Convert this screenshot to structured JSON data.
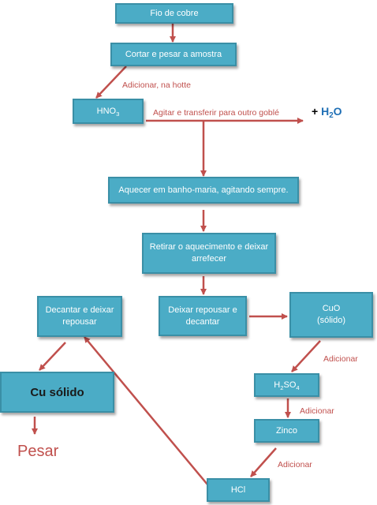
{
  "boxes": {
    "fio": "Fio de cobre",
    "cortar": "Cortar e pesar a amostra",
    "hno3_base": "HNO",
    "hno3_sub": "3",
    "aquecer": "Aquecer em banho-maria, agitando sempre.",
    "retirar": "Retirar o aquecimento e deixar arrefecer",
    "deixar": "Deixar repousar e decantar",
    "cuo_line1": "CuO",
    "cuo_line2": "(sólido)",
    "decantar": "Decantar e deixar repousar",
    "cu_solido": "Cu sólido",
    "h2so4_h": "H",
    "h2so4_sub1": "2",
    "h2so4_so": "SO",
    "h2so4_sub2": "4",
    "zinco": "Zinco",
    "hcl": "HCl"
  },
  "labels": {
    "adicionar_hotte": "Adicionar, na hotte",
    "agitar": "Agitar e transferir para outro goblé",
    "adicionar_1": "Adicionar",
    "adicionar_2": "Adicionar",
    "adicionar_3": "Adicionar",
    "water_plus": "+",
    "water_h": "H",
    "water_sub": "2",
    "water_o": "O",
    "pesar": "Pesar"
  },
  "colors": {
    "box_fill": "#4bacc6",
    "arrow": "#c0504d",
    "label_text": "#c0504d",
    "water_text": "#1f6fb5"
  }
}
